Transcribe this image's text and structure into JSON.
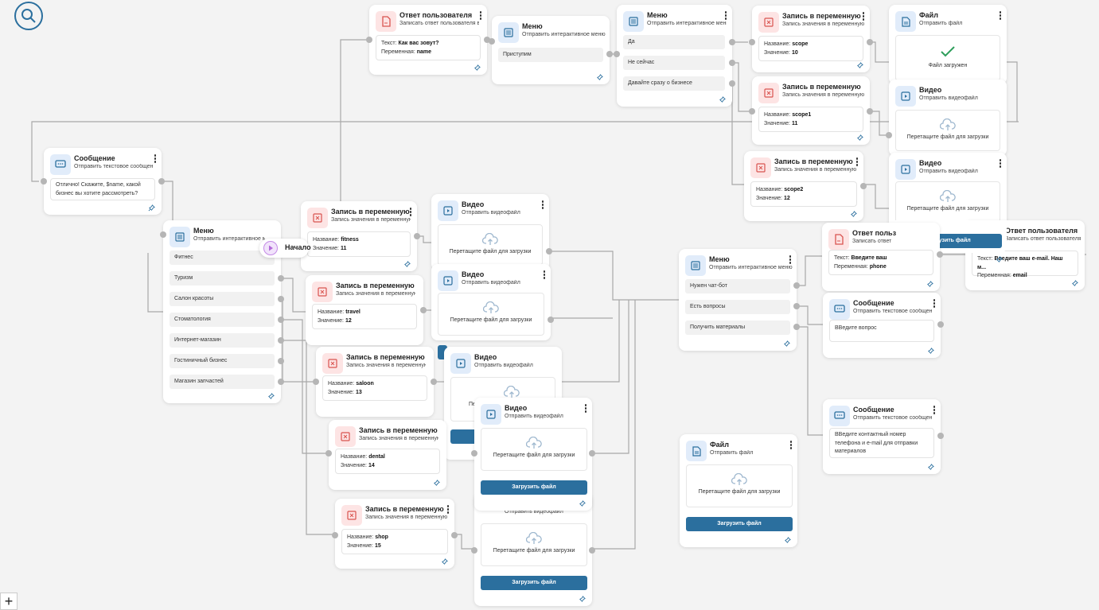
{
  "toolbar": {
    "search_icon": "search-icon",
    "add_icon": "plus-icon"
  },
  "start": {
    "label": "Начало"
  },
  "colors": {
    "accent": "#2b6f9e",
    "red_icon_bg": "#fde4e4",
    "blue_icon_bg": "#e1ecfa",
    "edge": "#a8a8a8",
    "check": "#2e9e5b"
  },
  "nodes": {
    "msg_main": {
      "title": "Сообщение",
      "subtitle": "Отправить текстовое сообщен...",
      "text": "Отлично! Скажите, $name, какой бизнес вы хотите рассмотреть?"
    },
    "ask_name": {
      "title": "Ответ пользователя",
      "subtitle": "Записать ответ пользователя в...",
      "text_label": "Текст:",
      "text_value": "Как вас зовут?",
      "var_label": "Переменная:",
      "var_value": "name"
    },
    "menu_start": {
      "title": "Меню",
      "subtitle": "Отправить интерактивное меню",
      "options": [
        "Приступим"
      ]
    },
    "menu_yesno": {
      "title": "Меню",
      "subtitle": "Отправить интерактивное меню",
      "options": [
        "Да",
        "Не сейчас",
        "Давайте сразу о бизнесе"
      ]
    },
    "var_scope": {
      "title": "Запись в переменную",
      "subtitle": "Запись значения в переменную",
      "name": "scope",
      "value": "10"
    },
    "var_scope1": {
      "title": "Запись в переменную",
      "subtitle": "Запись значения в переменную",
      "name": "scope1",
      "value": "11"
    },
    "var_scope2": {
      "title": "Запись в переменную",
      "subtitle": "Запись значения в переменную",
      "name": "scope2",
      "value": "12"
    },
    "file_done": {
      "title": "Файл",
      "subtitle": "Отправить файл",
      "status": "Файл загружен"
    },
    "video_r1": {
      "title": "Видео",
      "subtitle": "Отправить видеофайл",
      "drop": "Перетащите файл для загрузки"
    },
    "video_r2": {
      "title": "Видео",
      "subtitle": "Отправить видеофайл",
      "drop": "Перетащите файл для загрузки",
      "button": "Загрузить файл"
    },
    "menu_biz": {
      "title": "Меню",
      "subtitle": "Отправить интерактивное м",
      "options": [
        "Фитнес",
        "Туризм",
        "Салон красоты",
        "Стоматология",
        "Интернет-магазин",
        "Гостиничный бизнес",
        "Магазин запчастей"
      ]
    },
    "var_fitness": {
      "title": "Запись в переменную",
      "subtitle": "Запись значения в переменную",
      "name": "fitness",
      "value": "11"
    },
    "var_travel": {
      "title": "Запись в переменную",
      "subtitle": "Запись значения в переменную",
      "name": "travel",
      "value": "12"
    },
    "var_saloon": {
      "title": "Запись в переменную",
      "subtitle": "Запись значения в переменную",
      "name": "saloon",
      "value": "13"
    },
    "var_dental": {
      "title": "Запись в переменную",
      "subtitle": "Запись значения в переменную",
      "name": "dental",
      "value": "14"
    },
    "var_shop": {
      "title": "Запись в переменную",
      "subtitle": "Запись значения в переменную",
      "name": "shop",
      "value": "15"
    },
    "video_a": {
      "title": "Видео",
      "subtitle": "Отправить видеофайл",
      "drop": "Перетащите файл для загрузки"
    },
    "video_b": {
      "title": "Видео",
      "subtitle": "Отправить видеофайл",
      "drop": "Перетащите файл для загрузки"
    },
    "video_c": {
      "title": "Видео",
      "subtitle": "Отправить видеофайл",
      "drop": "Перет"
    },
    "video_d": {
      "title": "Видео",
      "subtitle": "Отправить видеофайл",
      "drop": "Перетащите файл для загрузки",
      "button": "Загрузить файл"
    },
    "video_e": {
      "subtitle": "Отправить видеофайл",
      "drop": "Перетащите файл для загрузки",
      "button": "Загрузить файл"
    },
    "menu_help": {
      "title": "Меню",
      "subtitle": "Отправить интерактивное меню",
      "options": [
        "Нужен чат-бот",
        "Есть вопросы",
        "Получить материалы"
      ]
    },
    "ask_phone": {
      "title": "Ответ польз",
      "subtitle": "Записать ответ",
      "text_label": "Текст:",
      "text_value": "Введите ваш",
      "var_label": "Переменная:",
      "var_value": "phone"
    },
    "ask_email": {
      "title": "Ответ пользователя",
      "subtitle": "Записать ответ пользователя в...",
      "text_label": "Текст:",
      "text_value": "Введите ваш e-mail. Наш м...",
      "var_label": "Переменная:",
      "var_value": "email"
    },
    "msg_question": {
      "title": "Сообщение",
      "subtitle": "Отправить текстовое сообщен...",
      "text": "ВВедите вопрос"
    },
    "msg_contact": {
      "title": "Сообщение",
      "subtitle": "Отправить текстовое сообщен...",
      "text": "ВВедите контактный номер телефона и e-mail для отправки материалов"
    },
    "file_upload": {
      "title": "Файл",
      "subtitle": "Отправить файл",
      "drop": "Перетащите файл для загрузки",
      "button": "Загрузить файл"
    }
  },
  "labels": {
    "name_label": "Название:",
    "value_label": "Значение:"
  }
}
